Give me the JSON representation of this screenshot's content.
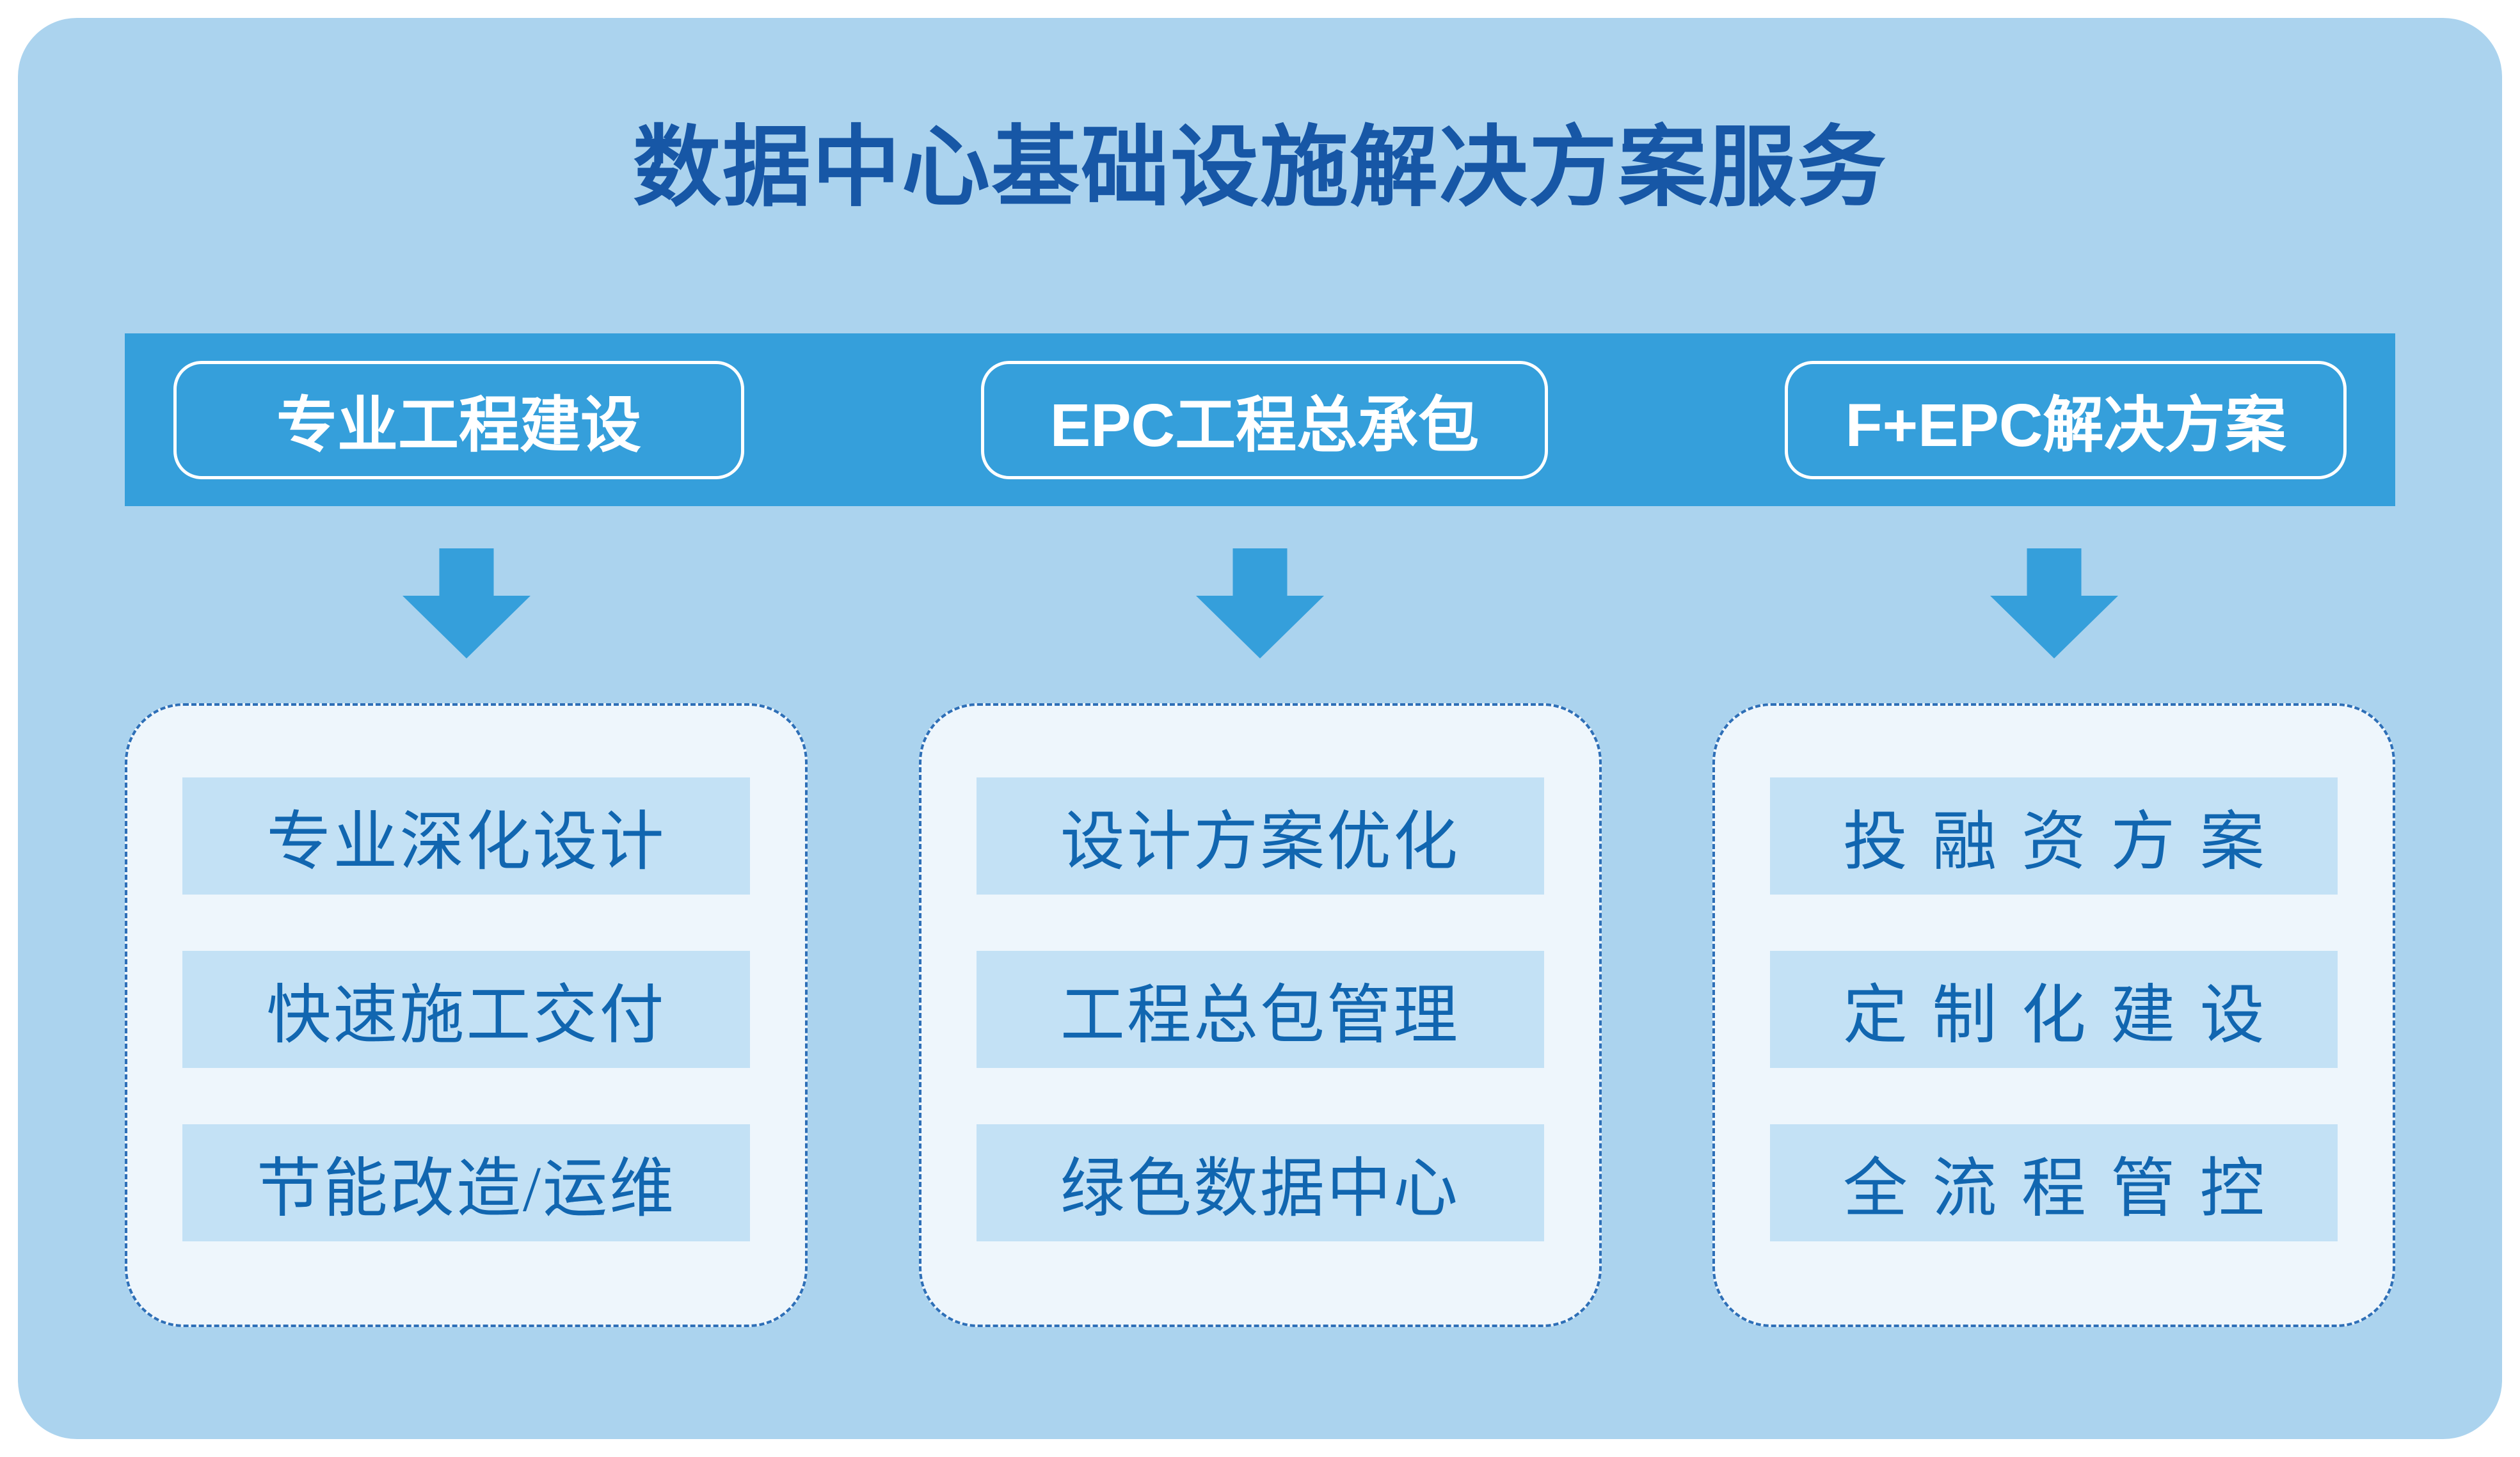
{
  "title": "数据中心基础设施解决方案服务",
  "banner": {
    "tabs": [
      {
        "label": "专业工程建设"
      },
      {
        "label": "EPC工程总承包"
      },
      {
        "label": "F+EPC解决方案"
      }
    ]
  },
  "columns": [
    {
      "items": [
        "专业深化设计",
        "快速施工交付",
        "节能改造/运维"
      ]
    },
    {
      "items": [
        "设计方案优化",
        "工程总包管理",
        "绿色数据中心"
      ]
    },
    {
      "items": [
        "投融资方案",
        "定制化建设",
        "全流程管控"
      ]
    }
  ],
  "colors": {
    "page_background": "#ffffff",
    "panel_background": "#abd3ee",
    "banner_background": "#359fdb",
    "arrow": "#359fdb",
    "title_text": "#1757a6",
    "tab_text": "#ffffff",
    "tab_border": "#ffffff",
    "column_background": "#eef6fc",
    "column_border": "#2e6fb7",
    "item_background": "#c3e1f5",
    "item_text": "#1166b0"
  }
}
